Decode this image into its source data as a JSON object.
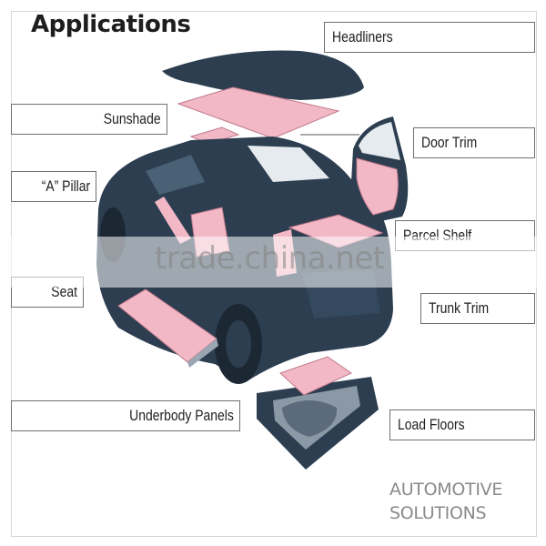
{
  "title": "Applications",
  "labels": {
    "headliners": "Headliners",
    "sunshade": "Sunshade",
    "door_trim": "Door Trim",
    "a_pillar": "“A” Pillar",
    "parcel_shelf": "Parcel Shelf",
    "seat": "Seat",
    "trunk_trim": "Trunk Trim",
    "underbody_panels": "Underbody Panels",
    "load_floors": "Load Floors"
  },
  "brand": {
    "line1": "AUTOMOTIVE",
    "line2": "SOLUTIONS"
  },
  "watermark": "trade.china.net",
  "colors": {
    "car_body": "#2c3e50",
    "part_pink": "#f2b8c6",
    "window_light": "#e6ebf0"
  }
}
